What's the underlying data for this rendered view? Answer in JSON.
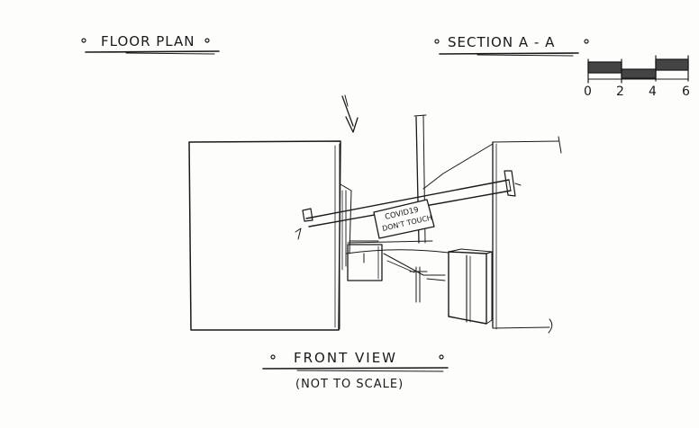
{
  "sheet": {
    "labels": {
      "floor_plan": "FLOOR PLAN",
      "section": "SECTION A - A",
      "front_view": "FRONT VIEW",
      "not_to_scale": "(NOT TO SCALE)"
    },
    "scale_bar": {
      "ticks": [
        "0",
        "2",
        "4",
        "6"
      ]
    },
    "sign": {
      "line1": "COVID19",
      "line2": "DON'T TOUCH"
    }
  },
  "colors": {
    "ink": "#1a1a1a",
    "paper": "#fdfdfc"
  }
}
